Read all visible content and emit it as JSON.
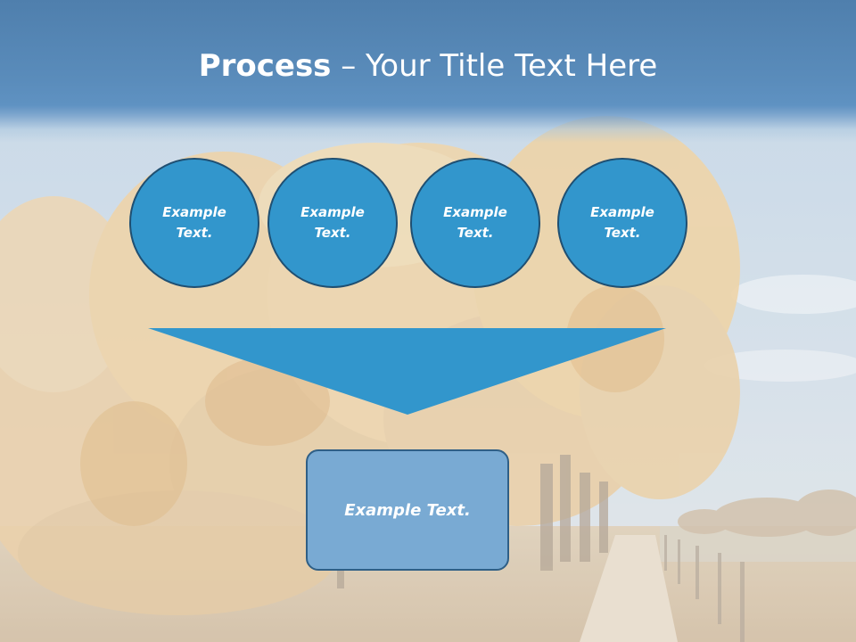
{
  "slide": {
    "title_bold": "Process",
    "title_rest": " – Your Title Text Here"
  },
  "steps": [
    {
      "label": "Example Text."
    },
    {
      "label": "Example Text."
    },
    {
      "label": "Example Text."
    },
    {
      "label": "Example Text."
    }
  ],
  "result": {
    "label": "Example Text."
  },
  "colors": {
    "title_band": "#5a8cbb",
    "circle_fill": "#3296cc",
    "circle_border": "#1f4f72",
    "funnel_fill": "#3296cc",
    "result_fill": "#79aad3",
    "result_border": "#2f5f86"
  }
}
